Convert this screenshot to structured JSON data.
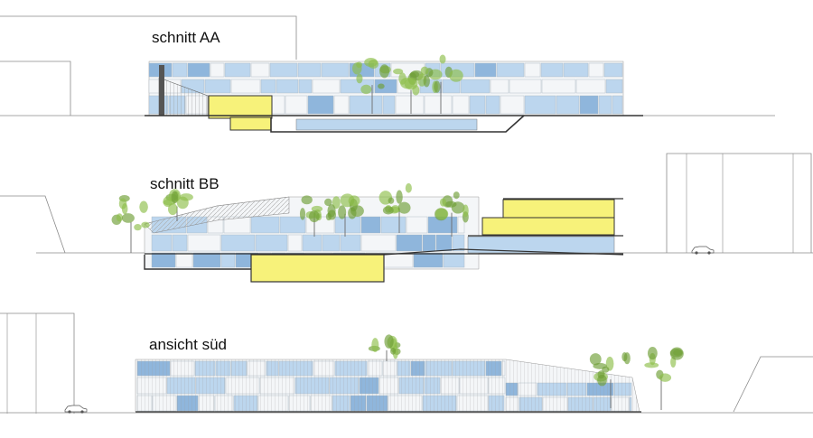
{
  "labels": {
    "section_aa": "schnitt AA",
    "section_bb": "schnitt BB",
    "elevation_south": "ansicht süd"
  },
  "colors": {
    "glass_blue": "#bcd6ee",
    "glass_blue_dark": "#8fb6dc",
    "panel_white": "#f4f6f8",
    "interior_yellow": "#f7f27a",
    "line_dark": "#333333",
    "line_light": "#9a9a9a",
    "tree_green": "#8dbf4a",
    "tree_green_dark": "#6f9e35",
    "mesh_gray": "#b9b9b9"
  },
  "icons": {
    "tree": "tree-icon",
    "car": "car-icon",
    "person": "person-icon"
  }
}
